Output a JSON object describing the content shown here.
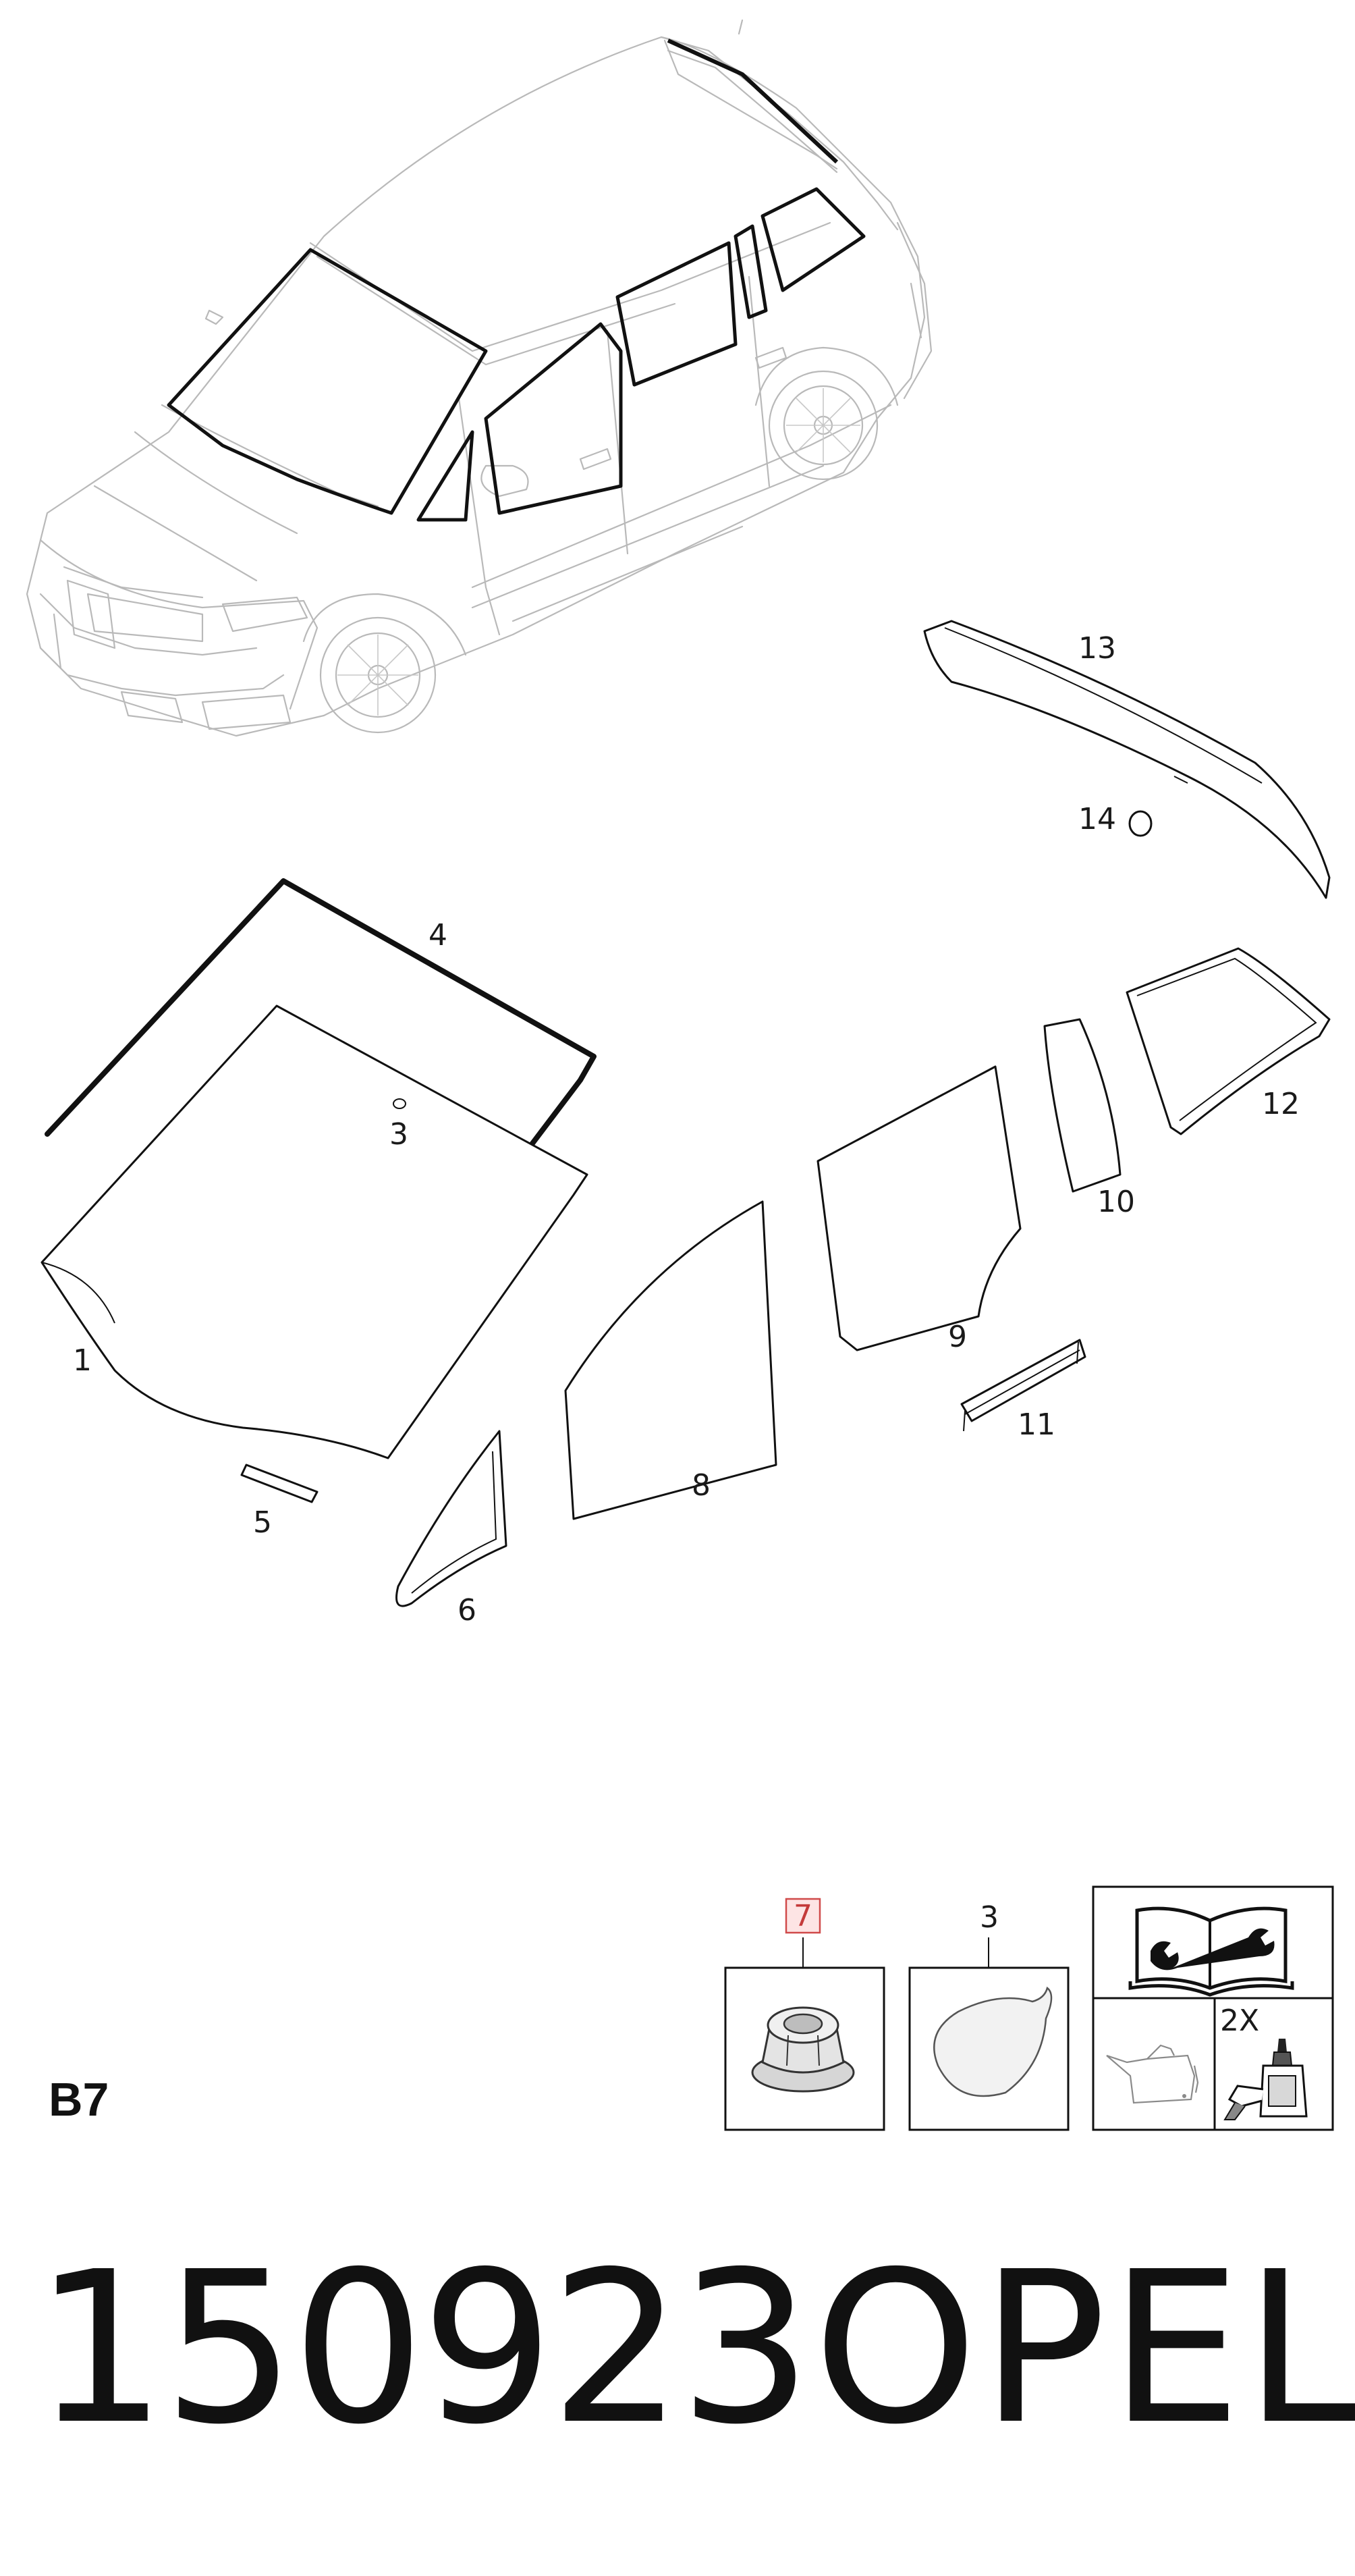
{
  "section_code": "B7",
  "catalog_number": "150923",
  "brand": "OPEL",
  "callouts": {
    "c1": "1",
    "c3a": "3",
    "c4": "4",
    "c5": "5",
    "c6": "6",
    "c8": "8",
    "c9": "9",
    "c10": "10",
    "c11": "11",
    "c12": "12",
    "c13": "13",
    "c14": "14"
  },
  "detail_boxes": {
    "nut_label": "7",
    "patch_label": "3",
    "quantity_label": "2X"
  },
  "icons": [
    "service-manual-icon",
    "tool-icon",
    "oil-can-icon",
    "glue-cartridge-icon",
    "flange-nut-icon"
  ],
  "colors": {
    "highlight_label": "#c43a3a",
    "line_art": "#111111",
    "car_outline": "#b9b9b9"
  }
}
